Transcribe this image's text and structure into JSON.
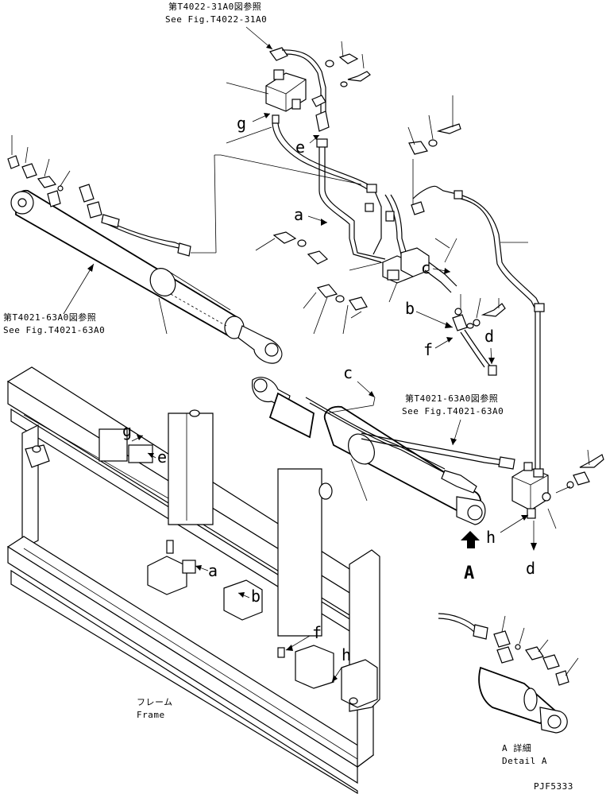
{
  "references": {
    "top": {
      "jp": "第T4022-31A0図参照",
      "en": "See Fig.T4022-31A0"
    },
    "left": {
      "jp": "第T4021-63A0図参照",
      "en": "See Fig.T4021-63A0"
    },
    "right": {
      "jp": "第T4021-63A0図参照",
      "en": "See Fig.T4021-63A0"
    }
  },
  "callouts": {
    "a": "a",
    "b": "b",
    "c": "c",
    "d": "d",
    "e": "e",
    "f": "f",
    "g": "g",
    "h": "h",
    "view_arrow": "A"
  },
  "frame_label": {
    "jp": "フレーム",
    "en": "Frame"
  },
  "detail_label": {
    "jp": "A 詳細",
    "en": "Detail A"
  },
  "drawing_number": "PJF5333"
}
